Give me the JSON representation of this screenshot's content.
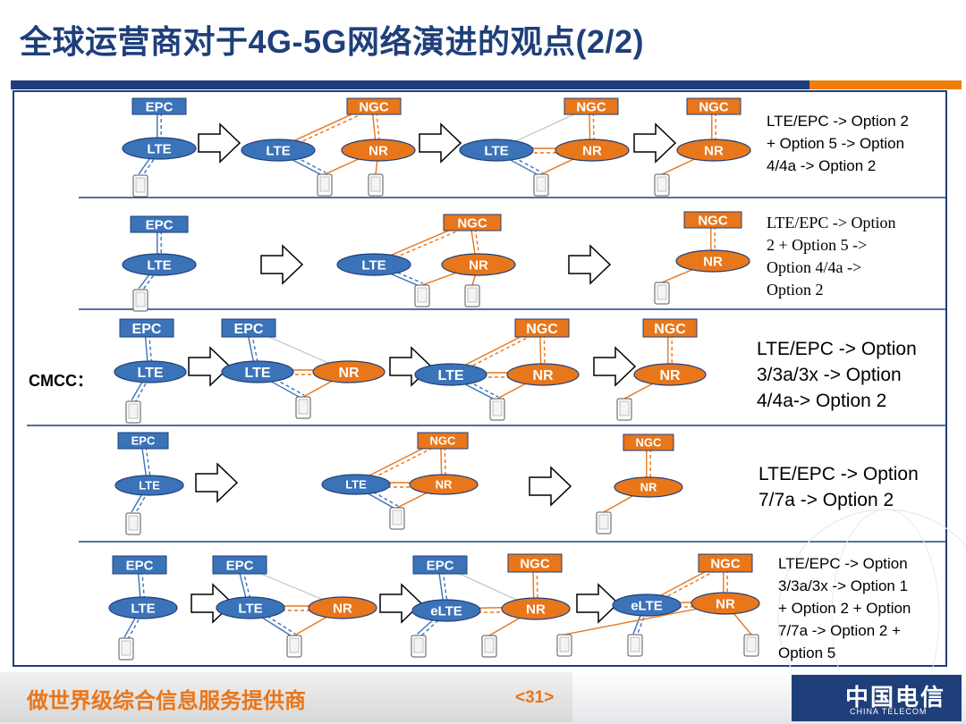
{
  "title": "全球运营商对于4G-5G网络演进的观点(2/2)",
  "carrier_label": "CMCC：",
  "footer": {
    "slogan": "做世界级综合信息服务提供商",
    "page": "<31>"
  },
  "logo": {
    "chinese": "中国电信",
    "english": "CHINA TELECOM"
  },
  "colors": {
    "lte_blue": "#3b73b9",
    "nr_orange": "#e8761b",
    "dark_navy": "#1f3f7a"
  },
  "rows": [
    {
      "description": [
        "LTE/EPC -> Option 2",
        "+ Option 5 -> Option",
        "4/4a -> Option 2"
      ],
      "stages": [
        {
          "nodes": [
            {
              "kind": "box",
              "color": "blue",
              "label": "EPC"
            },
            {
              "kind": "ellipse",
              "color": "blue",
              "label": "LTE"
            }
          ]
        },
        {
          "nodes": [
            {
              "kind": "box",
              "color": "orange",
              "label": "NGC"
            },
            {
              "kind": "ellipse",
              "color": "blue",
              "label": "LTE"
            },
            {
              "kind": "ellipse",
              "color": "orange",
              "label": "NR"
            }
          ]
        },
        {
          "nodes": [
            {
              "kind": "box",
              "color": "orange",
              "label": "NGC"
            },
            {
              "kind": "ellipse",
              "color": "blue",
              "label": "LTE"
            },
            {
              "kind": "ellipse",
              "color": "orange",
              "label": "NR"
            }
          ]
        },
        {
          "nodes": [
            {
              "kind": "box",
              "color": "orange",
              "label": "NGC"
            },
            {
              "kind": "ellipse",
              "color": "orange",
              "label": "NR"
            }
          ]
        }
      ]
    },
    {
      "description": [
        "LTE/EPC -> Option",
        "2 + Option 5 ->",
        "Option 4/4a ->",
        "Option 2"
      ],
      "stages": [
        {
          "nodes": [
            {
              "kind": "box",
              "color": "blue",
              "label": "EPC"
            },
            {
              "kind": "ellipse",
              "color": "blue",
              "label": "LTE"
            }
          ]
        },
        {
          "nodes": [
            {
              "kind": "box",
              "color": "orange",
              "label": "NGC"
            },
            {
              "kind": "ellipse",
              "color": "blue",
              "label": "LTE"
            },
            {
              "kind": "ellipse",
              "color": "orange",
              "label": "NR"
            }
          ]
        },
        {
          "nodes": [
            {
              "kind": "box",
              "color": "orange",
              "label": "NGC"
            },
            {
              "kind": "ellipse",
              "color": "orange",
              "label": "NR"
            }
          ]
        }
      ]
    },
    {
      "description": [
        "LTE/EPC -> Option",
        "3/3a/3x -> Option",
        "4/4a-> Option 2"
      ],
      "stages": [
        {
          "nodes": [
            {
              "kind": "box",
              "color": "blue",
              "label": "EPC"
            },
            {
              "kind": "ellipse",
              "color": "blue",
              "label": "LTE"
            }
          ]
        },
        {
          "nodes": [
            {
              "kind": "box",
              "color": "blue",
              "label": "EPC"
            },
            {
              "kind": "ellipse",
              "color": "blue",
              "label": "LTE"
            },
            {
              "kind": "ellipse",
              "color": "orange",
              "label": "NR"
            }
          ]
        },
        {
          "nodes": [
            {
              "kind": "box",
              "color": "orange",
              "label": "NGC"
            },
            {
              "kind": "ellipse",
              "color": "blue",
              "label": "LTE"
            },
            {
              "kind": "ellipse",
              "color": "orange",
              "label": "NR"
            }
          ]
        },
        {
          "nodes": [
            {
              "kind": "box",
              "color": "orange",
              "label": "NGC"
            },
            {
              "kind": "ellipse",
              "color": "orange",
              "label": "NR"
            }
          ]
        }
      ]
    },
    {
      "description": [
        "LTE/EPC -> Option",
        "7/7a -> Option 2"
      ],
      "stages": [
        {
          "nodes": [
            {
              "kind": "box",
              "color": "blue",
              "label": "EPC"
            },
            {
              "kind": "ellipse",
              "color": "blue",
              "label": "LTE"
            }
          ]
        },
        {
          "nodes": [
            {
              "kind": "box",
              "color": "orange",
              "label": "NGC"
            },
            {
              "kind": "ellipse",
              "color": "blue",
              "label": "LTE"
            },
            {
              "kind": "ellipse",
              "color": "orange",
              "label": "NR"
            }
          ]
        },
        {
          "nodes": [
            {
              "kind": "box",
              "color": "orange",
              "label": "NGC"
            },
            {
              "kind": "ellipse",
              "color": "orange",
              "label": "NR"
            }
          ]
        }
      ]
    },
    {
      "description": [
        "LTE/EPC -> Option",
        "3/3a/3x -> Option 1",
        "+ Option 2 + Option",
        "7/7a -> Option 2 +",
        "Option 5"
      ],
      "stages": [
        {
          "nodes": [
            {
              "kind": "box",
              "color": "blue",
              "label": "EPC"
            },
            {
              "kind": "ellipse",
              "color": "blue",
              "label": "LTE"
            }
          ]
        },
        {
          "nodes": [
            {
              "kind": "box",
              "color": "blue",
              "label": "EPC"
            },
            {
              "kind": "ellipse",
              "color": "blue",
              "label": "LTE"
            },
            {
              "kind": "ellipse",
              "color": "orange",
              "label": "NR"
            }
          ]
        },
        {
          "nodes": [
            {
              "kind": "box",
              "color": "blue",
              "label": "EPC"
            },
            {
              "kind": "box",
              "color": "orange",
              "label": "NGC"
            },
            {
              "kind": "ellipse",
              "color": "blue",
              "label": "eLTE"
            },
            {
              "kind": "ellipse",
              "color": "orange",
              "label": "NR"
            }
          ]
        },
        {
          "nodes": [
            {
              "kind": "box",
              "color": "orange",
              "label": "NGC"
            },
            {
              "kind": "ellipse",
              "color": "blue",
              "label": "eLTE"
            },
            {
              "kind": "ellipse",
              "color": "orange",
              "label": "NR"
            }
          ]
        }
      ]
    }
  ]
}
